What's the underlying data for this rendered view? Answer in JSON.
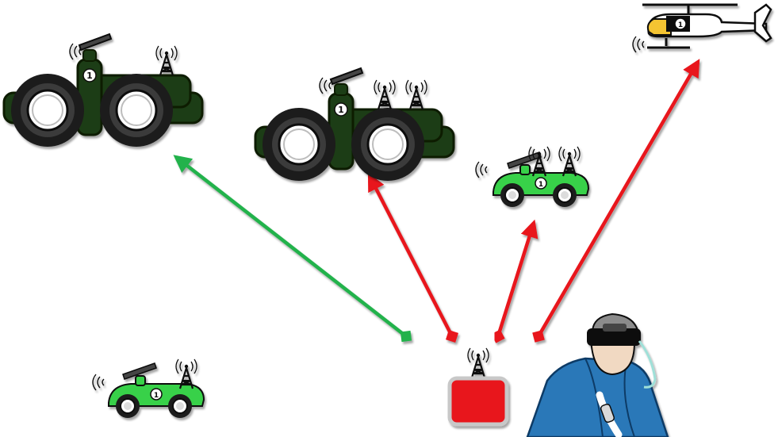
{
  "diagram": {
    "background": "#ffffff",
    "nodes": {
      "big_vehicle_left": {
        "kind": "large-ground-robot",
        "color": "#1f3d12",
        "badge": "1"
      },
      "big_vehicle_center": {
        "kind": "large-ground-robot",
        "color": "#1f3d12",
        "badge": "1"
      },
      "small_vehicle_right": {
        "kind": "small-ground-robot",
        "color": "#39d14a",
        "badge": "1"
      },
      "small_vehicle_bottom": {
        "kind": "small-ground-robot",
        "color": "#39d14a",
        "badge": "1"
      },
      "helicopter": {
        "kind": "helicopter",
        "color": "#f4c430",
        "badge": "1"
      },
      "base_station": {
        "kind": "control-station",
        "color": "#e8141b"
      },
      "operator": {
        "kind": "operator-with-headset",
        "color": "#2a78b8"
      }
    },
    "links": [
      {
        "name": "link-station-to-big-left",
        "color": "#22b24c"
      },
      {
        "name": "link-station-to-big-center",
        "color": "#e8141b"
      },
      {
        "name": "link-station-to-small-right",
        "color": "#e8141b"
      },
      {
        "name": "link-operator-to-helicopter",
        "color": "#e8141b"
      },
      {
        "name": "link-station-to-small-bottom",
        "color": "#e8141b"
      }
    ]
  }
}
